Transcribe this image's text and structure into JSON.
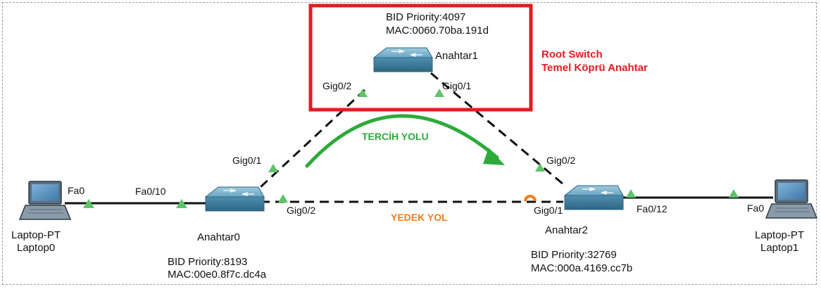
{
  "devices": {
    "root": {
      "name": "Anahtar1",
      "bid_priority": "BID Priority:4097",
      "mac": "MAC:0060.70ba.191d",
      "ports": {
        "left": "Gig0/2",
        "right": "Gig0/1"
      }
    },
    "left_switch": {
      "name": "Anahtar0",
      "bid_priority": "BID Priority:8193",
      "mac": "MAC:00e0.8f7c.dc4a",
      "ports": {
        "up": "Gig0/1",
        "right": "Gig0/2",
        "laptop": "Fa0/10"
      }
    },
    "right_switch": {
      "name": "Anahtar2",
      "bid_priority": "BID Priority:32769",
      "mac": "MAC:000a.4169.cc7b",
      "ports": {
        "up": "Gig0/2",
        "left": "Gig0/1",
        "laptop": "Fa0/12"
      }
    },
    "laptop0": {
      "type": "Laptop-PT",
      "name": "Laptop0",
      "port": "Fa0"
    },
    "laptop1": {
      "type": "Laptop-PT",
      "name": "Laptop1",
      "port": "Fa0"
    }
  },
  "annotations": {
    "root_line1": "Root Switch",
    "root_line2": "Temel Köprü Anahtar",
    "preferred_path": "TERCİH YOLU",
    "backup_path": "YEDEK YOL"
  },
  "colors": {
    "root_box": "#e31b23",
    "preferred": "#2eaa3a",
    "backup": "#f07d1a",
    "port_up": "#5ec46a",
    "switch_body": "#4f8fae"
  }
}
